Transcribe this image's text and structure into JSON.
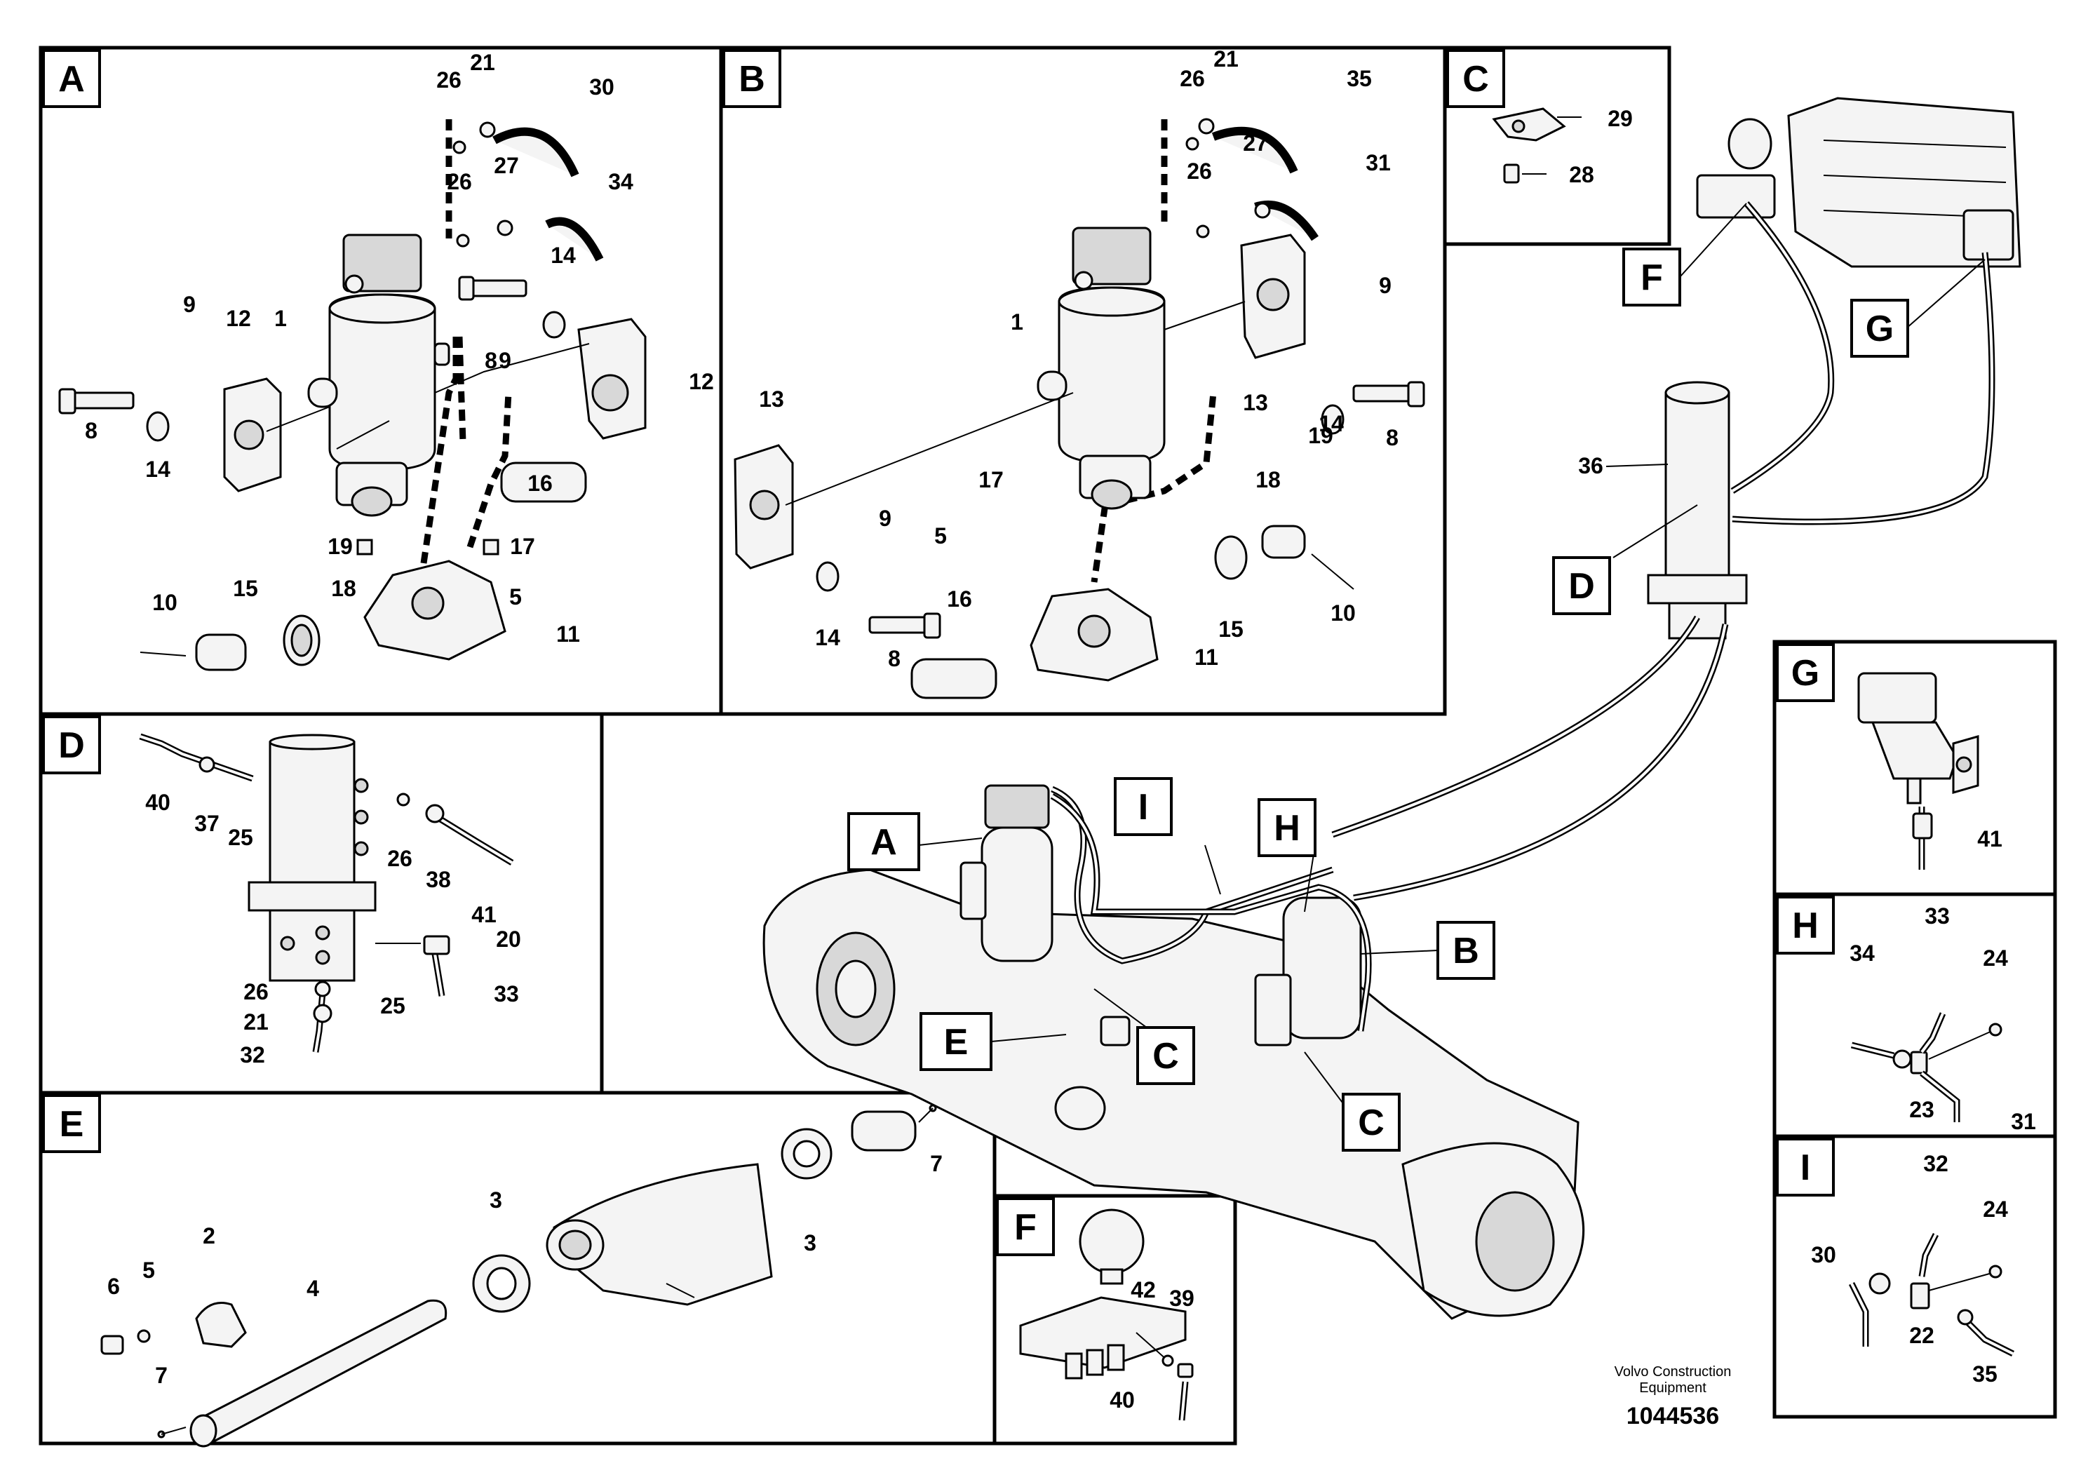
{
  "section_labels": {
    "A": "A",
    "B": "B",
    "C": "C",
    "D": "D",
    "E": "E",
    "F": "F",
    "G": "G",
    "H": "H",
    "I": "I"
  },
  "callouts": {
    "A": [
      "26",
      "21",
      "30",
      "26",
      "27",
      "34",
      "14",
      "1",
      "9",
      "12",
      "12",
      "8",
      "9",
      "8",
      "14",
      "16",
      "19",
      "17",
      "18",
      "5",
      "10",
      "15",
      "11"
    ],
    "B": [
      "26",
      "21",
      "35",
      "26",
      "27",
      "31",
      "9",
      "1",
      "13",
      "19",
      "14",
      "8",
      "13",
      "18",
      "17",
      "9",
      "5",
      "14",
      "8",
      "16",
      "15",
      "10",
      "11"
    ],
    "C": [
      "29",
      "28"
    ],
    "D": [
      "40",
      "37",
      "25",
      "26",
      "38",
      "41",
      "20",
      "26",
      "25",
      "33",
      "21",
      "32"
    ],
    "E": [
      "7",
      "3",
      "3",
      "2",
      "4",
      "6",
      "5",
      "7"
    ],
    "F": [
      "42",
      "39",
      "40"
    ],
    "G": [
      "41"
    ],
    "H": [
      "33",
      "34",
      "24",
      "23",
      "31"
    ],
    "I": [
      "32",
      "24",
      "30",
      "22",
      "35"
    ],
    "overview": [
      "36"
    ]
  },
  "credit": {
    "line1": "Volvo Construction",
    "line2": "Equipment"
  },
  "doc_number": "1044536",
  "colors": {
    "line": "#000000",
    "background": "#ffffff"
  }
}
